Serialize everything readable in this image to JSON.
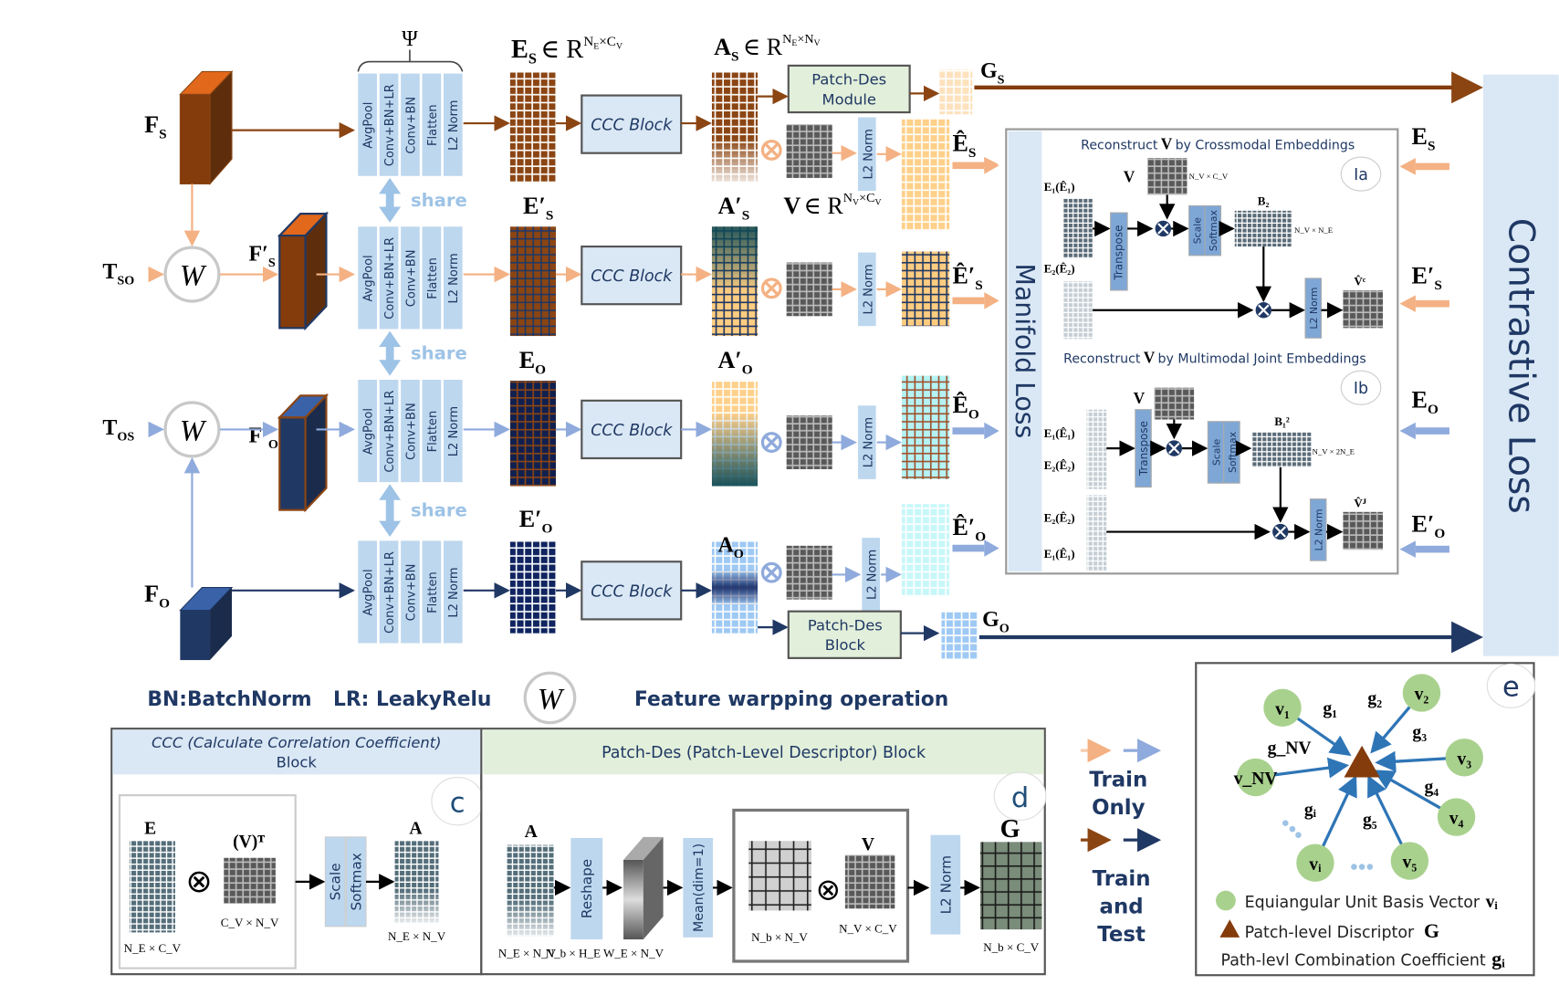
{
  "colors": {
    "brown": "#8b4513",
    "brown_dark": "#5e2e0c",
    "brown_top": "#e2681c",
    "navy": "#203864",
    "navy_top": "#3a62a8",
    "peach": "#f4b183",
    "light_blue_arrow": "#8faadc",
    "module_blue": "#bdd7ee",
    "block_fill": "#dae8f5",
    "green_fill": "#e2efda",
    "green_circle": "#a9d18e",
    "triangle": "#843c0c",
    "dark_grid": "#595959",
    "text_navy": "#1f3864"
  },
  "psi_label": "Ψ",
  "module_stack": [
    "AvgPool",
    "Conv+BN+LR",
    "Conv+BN",
    "Flatten",
    "L2 Norm"
  ],
  "share_label": "share",
  "inputs": {
    "fs": {
      "base": "F",
      "sub": "S",
      "prime": false
    },
    "fs_prime": {
      "base": "F",
      "sub": "S",
      "prime": true
    },
    "fo_prime": {
      "base": "F",
      "sub": "O",
      "prime": true
    },
    "fo": {
      "base": "F",
      "sub": "O",
      "prime": false
    },
    "tso": {
      "base": "T",
      "sub": "SO"
    },
    "tos": {
      "base": "T",
      "sub": "OS"
    }
  },
  "warp_symbol": "W",
  "embeddings": {
    "es": {
      "base": "E",
      "sub": "S",
      "prime": false,
      "suffix": "∈ R",
      "sup": "N",
      "sup_sub1": "E",
      "sup_mid": "×C",
      "sup_sub2": "V"
    },
    "es_prime": {
      "base": "E",
      "sub": "S",
      "prime": true
    },
    "eo": {
      "base": "E",
      "sub": "O",
      "prime": false
    },
    "eo_prime": {
      "base": "E",
      "sub": "O",
      "prime": true
    }
  },
  "ccc_block_label": "CCC Block",
  "attention": {
    "as": {
      "base": "A",
      "sub": "S",
      "prime": false,
      "suffix": "∈ R",
      "sup": "N",
      "sup_sub1": "E",
      "sup_mid": "×N",
      "sup_sub2": "V"
    },
    "as_prime": {
      "base": "A",
      "sub": "S",
      "prime": true
    },
    "ao_prime": {
      "base": "A",
      "sub": "O",
      "prime": true
    },
    "ao": {
      "base": "A",
      "sub": "O",
      "prime": false
    }
  },
  "v_def": {
    "base": "V",
    "suffix": "∈ R",
    "sup": "N",
    "sup_sub1": "V",
    "sup_mid": "×C",
    "sup_sub2": "V"
  },
  "patch_des_module_label": [
    "Patch-Des",
    "Module"
  ],
  "patch_des_block_label": [
    "Patch-Des",
    "Block"
  ],
  "l2_norm_label": "L2 Norm",
  "outputs": {
    "gs": {
      "base": "G",
      "sub": "S"
    },
    "go": {
      "base": "G",
      "sub": "O"
    },
    "es_hat": {
      "base": "Ê",
      "sub": "S",
      "prime": false
    },
    "es_hat_prime": {
      "base": "Ê",
      "sub": "S",
      "prime": true
    },
    "eo_hat": {
      "base": "Ê",
      "sub": "O",
      "prime": false
    },
    "eo_hat_prime": {
      "base": "Ê",
      "sub": "O",
      "prime": true
    }
  },
  "manifold_loss": {
    "title": "Manifold Loss",
    "section_a_title_pre": "Reconstruct",
    "section_a_title_v": "V",
    "section_a_title_post": "by Crossmodal Embeddings",
    "section_a_badge": "Ia",
    "section_b_title_pre": "Reconstruct",
    "section_b_title_v": "V",
    "section_b_title_post": "by Multimodal Joint Embeddings",
    "section_b_badge": "Ib",
    "e1_label": "E₁(Ê₁)",
    "e2_label": "E₂(Ê₂)",
    "v_label": "V",
    "transpose": "Transpose",
    "scale": "Scale",
    "softmax": "Softmax",
    "b2_label": "B₂",
    "b12_label": "B₁²",
    "nv_cv": "N_V × C_V",
    "nv_ne": "N_V × N_E",
    "nv_2ne": "N_V × 2N_E",
    "vc_label": "V̂ᶜ",
    "vj_label": "V̂ᴶ",
    "l2_norm": "L2 Norm"
  },
  "contrastive_loss": {
    "title": "Contrastive Loss",
    "inputs": [
      {
        "base": "E",
        "sub": "S",
        "prime": false
      },
      {
        "base": "E",
        "sub": "S",
        "prime": true
      },
      {
        "base": "E",
        "sub": "O",
        "prime": false
      },
      {
        "base": "E",
        "sub": "O",
        "prime": true
      }
    ]
  },
  "legend": {
    "bn": "BN:BatchNorm",
    "lr": "LR: LeakyRelu",
    "warp_desc": "Feature warpping operation",
    "train_only": [
      "Train",
      "Only"
    ],
    "train_and_test": [
      "Train",
      "and",
      "Test"
    ]
  },
  "ccc_panel": {
    "header": [
      "CCC (Calculate Correlation Coefficient)",
      "Block"
    ],
    "badge": "c",
    "e_label": "E",
    "vt_label": "(V)ᵀ",
    "a_label": "A",
    "scale": "Scale",
    "softmax": "Softmax",
    "dim_e": "N_E × C_V",
    "dim_vt": "C_V × N_V",
    "dim_a": "N_E × N_V"
  },
  "patch_panel": {
    "header": "Patch-Des (Patch-Level Descriptor) Block",
    "badge": "d",
    "a_label": "A",
    "reshape": "Reshape",
    "mean": "Mean(dim=1)",
    "v_label": "V",
    "l2": "L2 Norm",
    "g_label": "G",
    "dim_a": "N_E × N_V",
    "dim_reshape": "N_b × H_E W_E × N_V",
    "dim_mean": "N_b × N_V",
    "dim_v": "N_V × C_V",
    "dim_g": "N_b × C_V"
  },
  "e_panel": {
    "badge": "e",
    "nodes": [
      "v₁",
      "v₂",
      "v₃",
      "v₄",
      "v₅",
      "vᵢ",
      "v_NV"
    ],
    "coeffs": [
      "g₁",
      "g₂",
      "g₃",
      "g₄",
      "g₅",
      "gᵢ",
      "g_NV"
    ],
    "legend": [
      {
        "text": "Equiangular Unit Basis Vector",
        "sym": "vᵢ"
      },
      {
        "text": "Patch-level Discriptor",
        "sym": "G"
      },
      {
        "text": "Path-levl Combination Coefficient",
        "sym": "gᵢ"
      }
    ]
  }
}
